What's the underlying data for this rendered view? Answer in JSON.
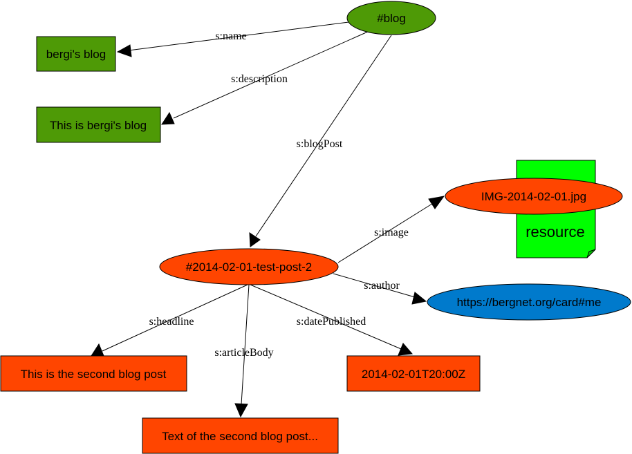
{
  "colors": {
    "literal_green": "#4e9a06",
    "post_orange": "#ff4500",
    "author_blue": "#007acc",
    "resource_green": "#00ff00",
    "outline": "#000000"
  },
  "nodes": {
    "blog": "#blog",
    "blog_name": "bergi's blog",
    "blog_description": "This is bergi's blog",
    "post": "#2014-02-01-test-post-2",
    "image": "IMG-2014-02-01.jpg",
    "author": "https://bergnet.org/card#me",
    "headline": "This is the second blog post",
    "article_body": "Text of the second blog post...",
    "date_published": "2014-02-01T20:00Z",
    "resource_note": "resource"
  },
  "edges": {
    "name": "s:name",
    "description": "s:description",
    "blog_post": "s:blogPost",
    "image": "s:image",
    "author": "s:author",
    "headline": "s:headline",
    "article_body": "s:articleBody",
    "date_published": "s:datePublished"
  }
}
